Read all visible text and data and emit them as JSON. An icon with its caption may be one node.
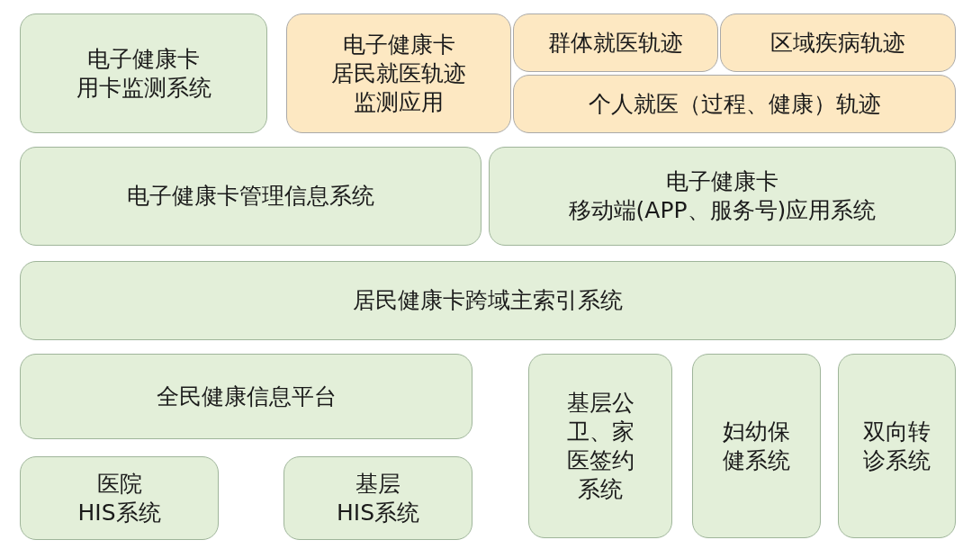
{
  "diagram": {
    "nodes": [
      {
        "text": [
          "电子健康卡",
          "用卡监测系统"
        ]
      },
      {
        "text": [
          "电子健康卡",
          "居民就医轨迹",
          "监测应用"
        ]
      },
      {
        "text": [
          "群体就医轨迹"
        ]
      },
      {
        "text": [
          "区域疾病轨迹"
        ]
      },
      {
        "text": [
          "个人就医（过程、健康）轨迹"
        ]
      },
      {
        "text": [
          "电子健康卡管理信息系统"
        ]
      },
      {
        "text": [
          "电子健康卡",
          "移动端(APP、服务号)应用系统"
        ]
      },
      {
        "text": [
          "居民健康卡跨域主索引系统"
        ]
      },
      {
        "text": [
          "全民健康信息平台"
        ]
      },
      {
        "text": [
          "医院",
          "HIS系统"
        ]
      },
      {
        "text": [
          "基层",
          "HIS系统"
        ]
      },
      {
        "text": [
          "基层公卫、家医签约系统"
        ]
      },
      {
        "text": [
          "妇幼保健系统"
        ]
      },
      {
        "text": [
          "双向转诊系统"
        ]
      }
    ]
  }
}
